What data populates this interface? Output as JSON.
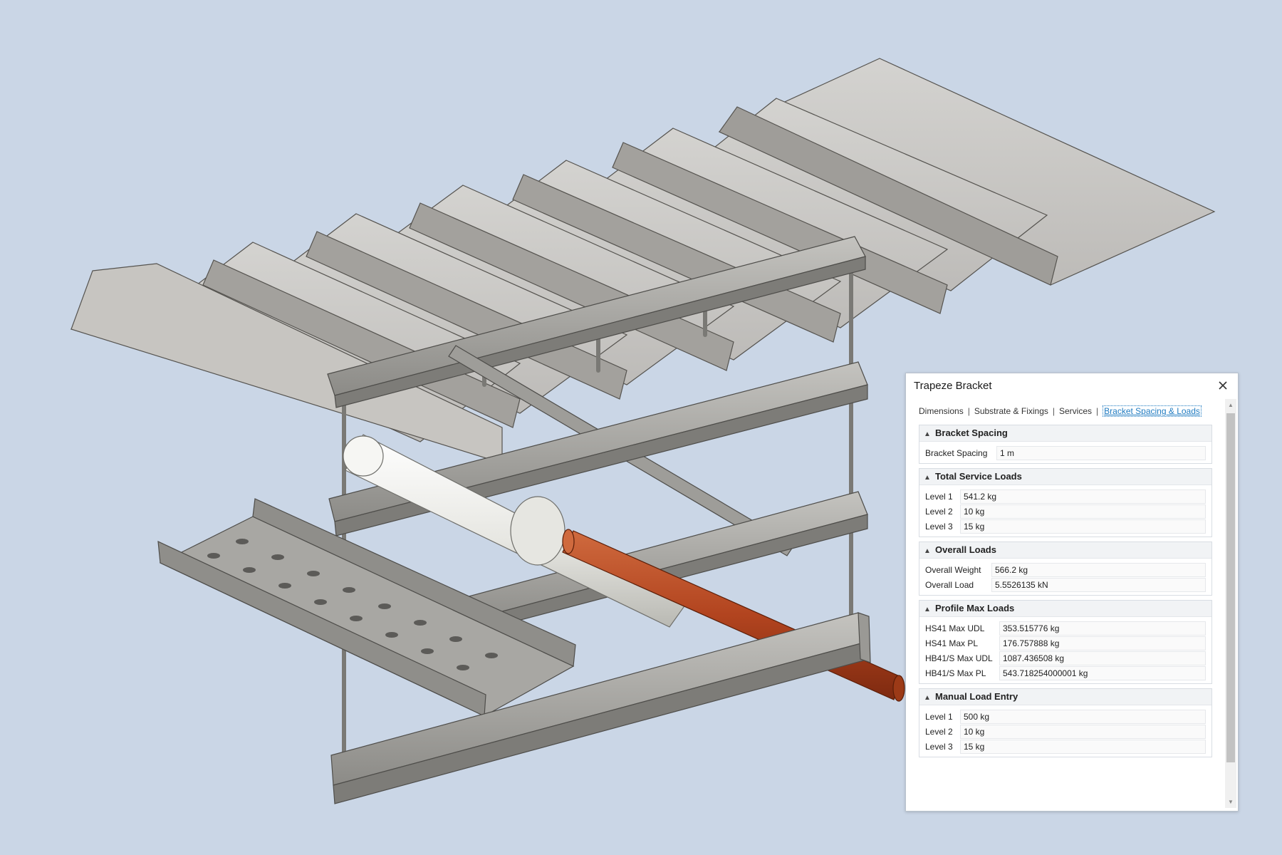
{
  "panel": {
    "title": "Trapeze Bracket",
    "close_icon": "close-icon",
    "tabs": [
      {
        "label": "Dimensions",
        "active": false
      },
      {
        "label": "Substrate & Fixings",
        "active": false
      },
      {
        "label": "Services",
        "active": false
      },
      {
        "label": "Bracket Spacing & Loads",
        "active": true
      }
    ],
    "tab_separator": "|",
    "sections": {
      "bracket_spacing": {
        "title": "Bracket Spacing",
        "rows": [
          {
            "label": "Bracket Spacing",
            "value": "1 m"
          }
        ]
      },
      "total_service_loads": {
        "title": "Total Service Loads",
        "rows": [
          {
            "label": "Level 1",
            "value": "541.2 kg"
          },
          {
            "label": "Level 2",
            "value": "10 kg"
          },
          {
            "label": "Level 3",
            "value": "15 kg"
          }
        ]
      },
      "overall_loads": {
        "title": "Overall Loads",
        "rows": [
          {
            "label": "Overall Weight",
            "value": "566.2 kg"
          },
          {
            "label": "Overall Load",
            "value": "5.5526135 kN"
          }
        ]
      },
      "profile_max_loads": {
        "title": "Profile Max Loads",
        "rows": [
          {
            "label": "HS41 Max UDL",
            "value": "353.515776 kg"
          },
          {
            "label": "HS41 Max PL",
            "value": "176.757888 kg"
          },
          {
            "label": "HB41/S Max UDL",
            "value": "1087.436508 kg"
          },
          {
            "label": "HB41/S Max PL",
            "value": "543.718254000001 kg"
          }
        ]
      },
      "manual_load_entry": {
        "title": "Manual Load Entry",
        "rows": [
          {
            "label": "Level 1",
            "value": "500 kg"
          },
          {
            "label": "Level 2",
            "value": "10 kg"
          },
          {
            "label": "Level 3",
            "value": "15 kg"
          }
        ]
      }
    }
  },
  "scene": {
    "background": "#cad6e6",
    "colors": {
      "concrete": "#c9c7c4",
      "concrete_shade": "#8f8d8a",
      "steel": "#a9a8a4",
      "steel_dark": "#6c6c6a",
      "white_pipe": "#eeeeeb",
      "copper_pipe": "#b2441f",
      "tray": "#9b9a96"
    }
  }
}
